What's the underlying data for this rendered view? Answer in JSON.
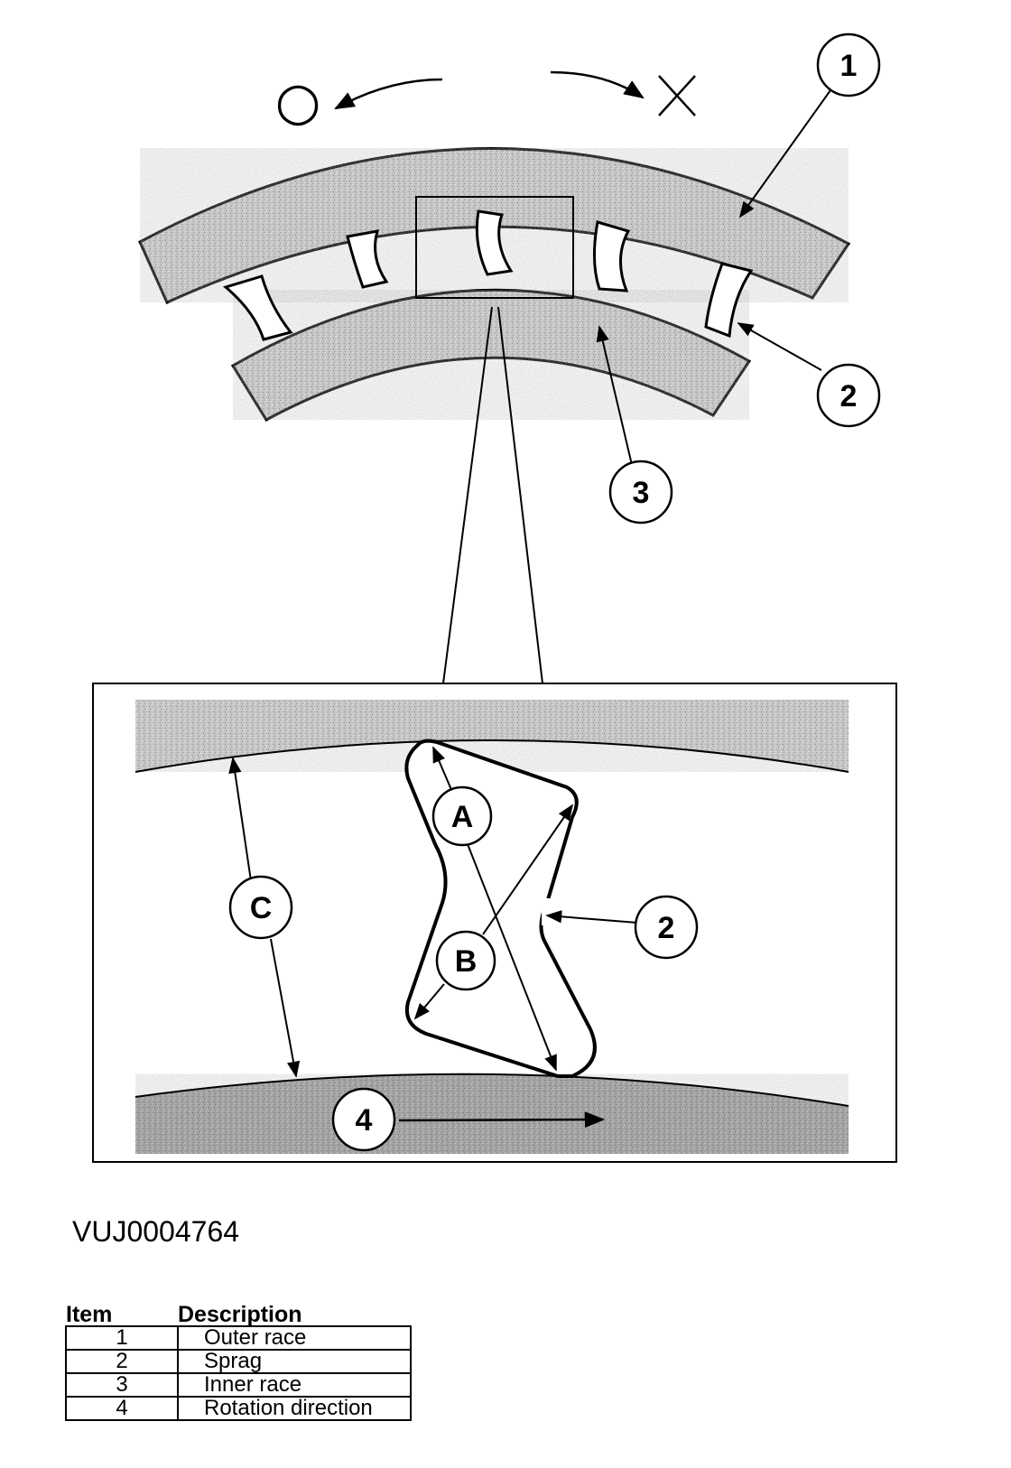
{
  "diagram": {
    "free_symbol": "○",
    "lock_symbol": "✕",
    "callouts": {
      "c1": "1",
      "c2_top": "2",
      "c3": "3",
      "cA": "A",
      "cB": "B",
      "cC": "C",
      "c2_detail": "2",
      "c4": "4"
    }
  },
  "figure_id": "VUJ0004764",
  "legend": {
    "headers": {
      "item": "Item",
      "description": "Description"
    },
    "rows": [
      {
        "item": "1",
        "description": "Outer race"
      },
      {
        "item": "2",
        "description": "Sprag"
      },
      {
        "item": "3",
        "description": "Inner race"
      },
      {
        "item": "4",
        "description": "Rotation direction"
      }
    ]
  }
}
